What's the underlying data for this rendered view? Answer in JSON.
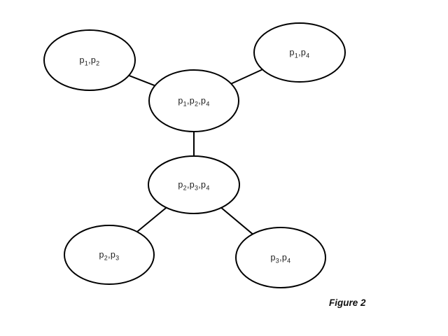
{
  "figure": {
    "caption": "Figure 2"
  },
  "colors": {
    "background": "#ffffff",
    "node_fill": "#ffffff",
    "stroke": "#000000",
    "text": "#1c1c1c"
  },
  "diagram": {
    "type": "graph",
    "nodes": [
      {
        "id": "p1p2",
        "label": "p₁,p₂"
      },
      {
        "id": "p1p4",
        "label": "p₁,p₄"
      },
      {
        "id": "p1p2p4",
        "label": "p₁,p₂,p₄"
      },
      {
        "id": "p2p3p4",
        "label": "p₂,p₃,p₄"
      },
      {
        "id": "p2p3",
        "label": "p₂,p₃"
      },
      {
        "id": "p3p4",
        "label": "p₃,p₄"
      }
    ],
    "edges": [
      {
        "from": "p1p2",
        "to": "p1p2p4"
      },
      {
        "from": "p1p4",
        "to": "p1p2p4"
      },
      {
        "from": "p1p2p4",
        "to": "p2p3p4"
      },
      {
        "from": "p2p3p4",
        "to": "p2p3"
      },
      {
        "from": "p2p3p4",
        "to": "p3p4"
      }
    ]
  }
}
